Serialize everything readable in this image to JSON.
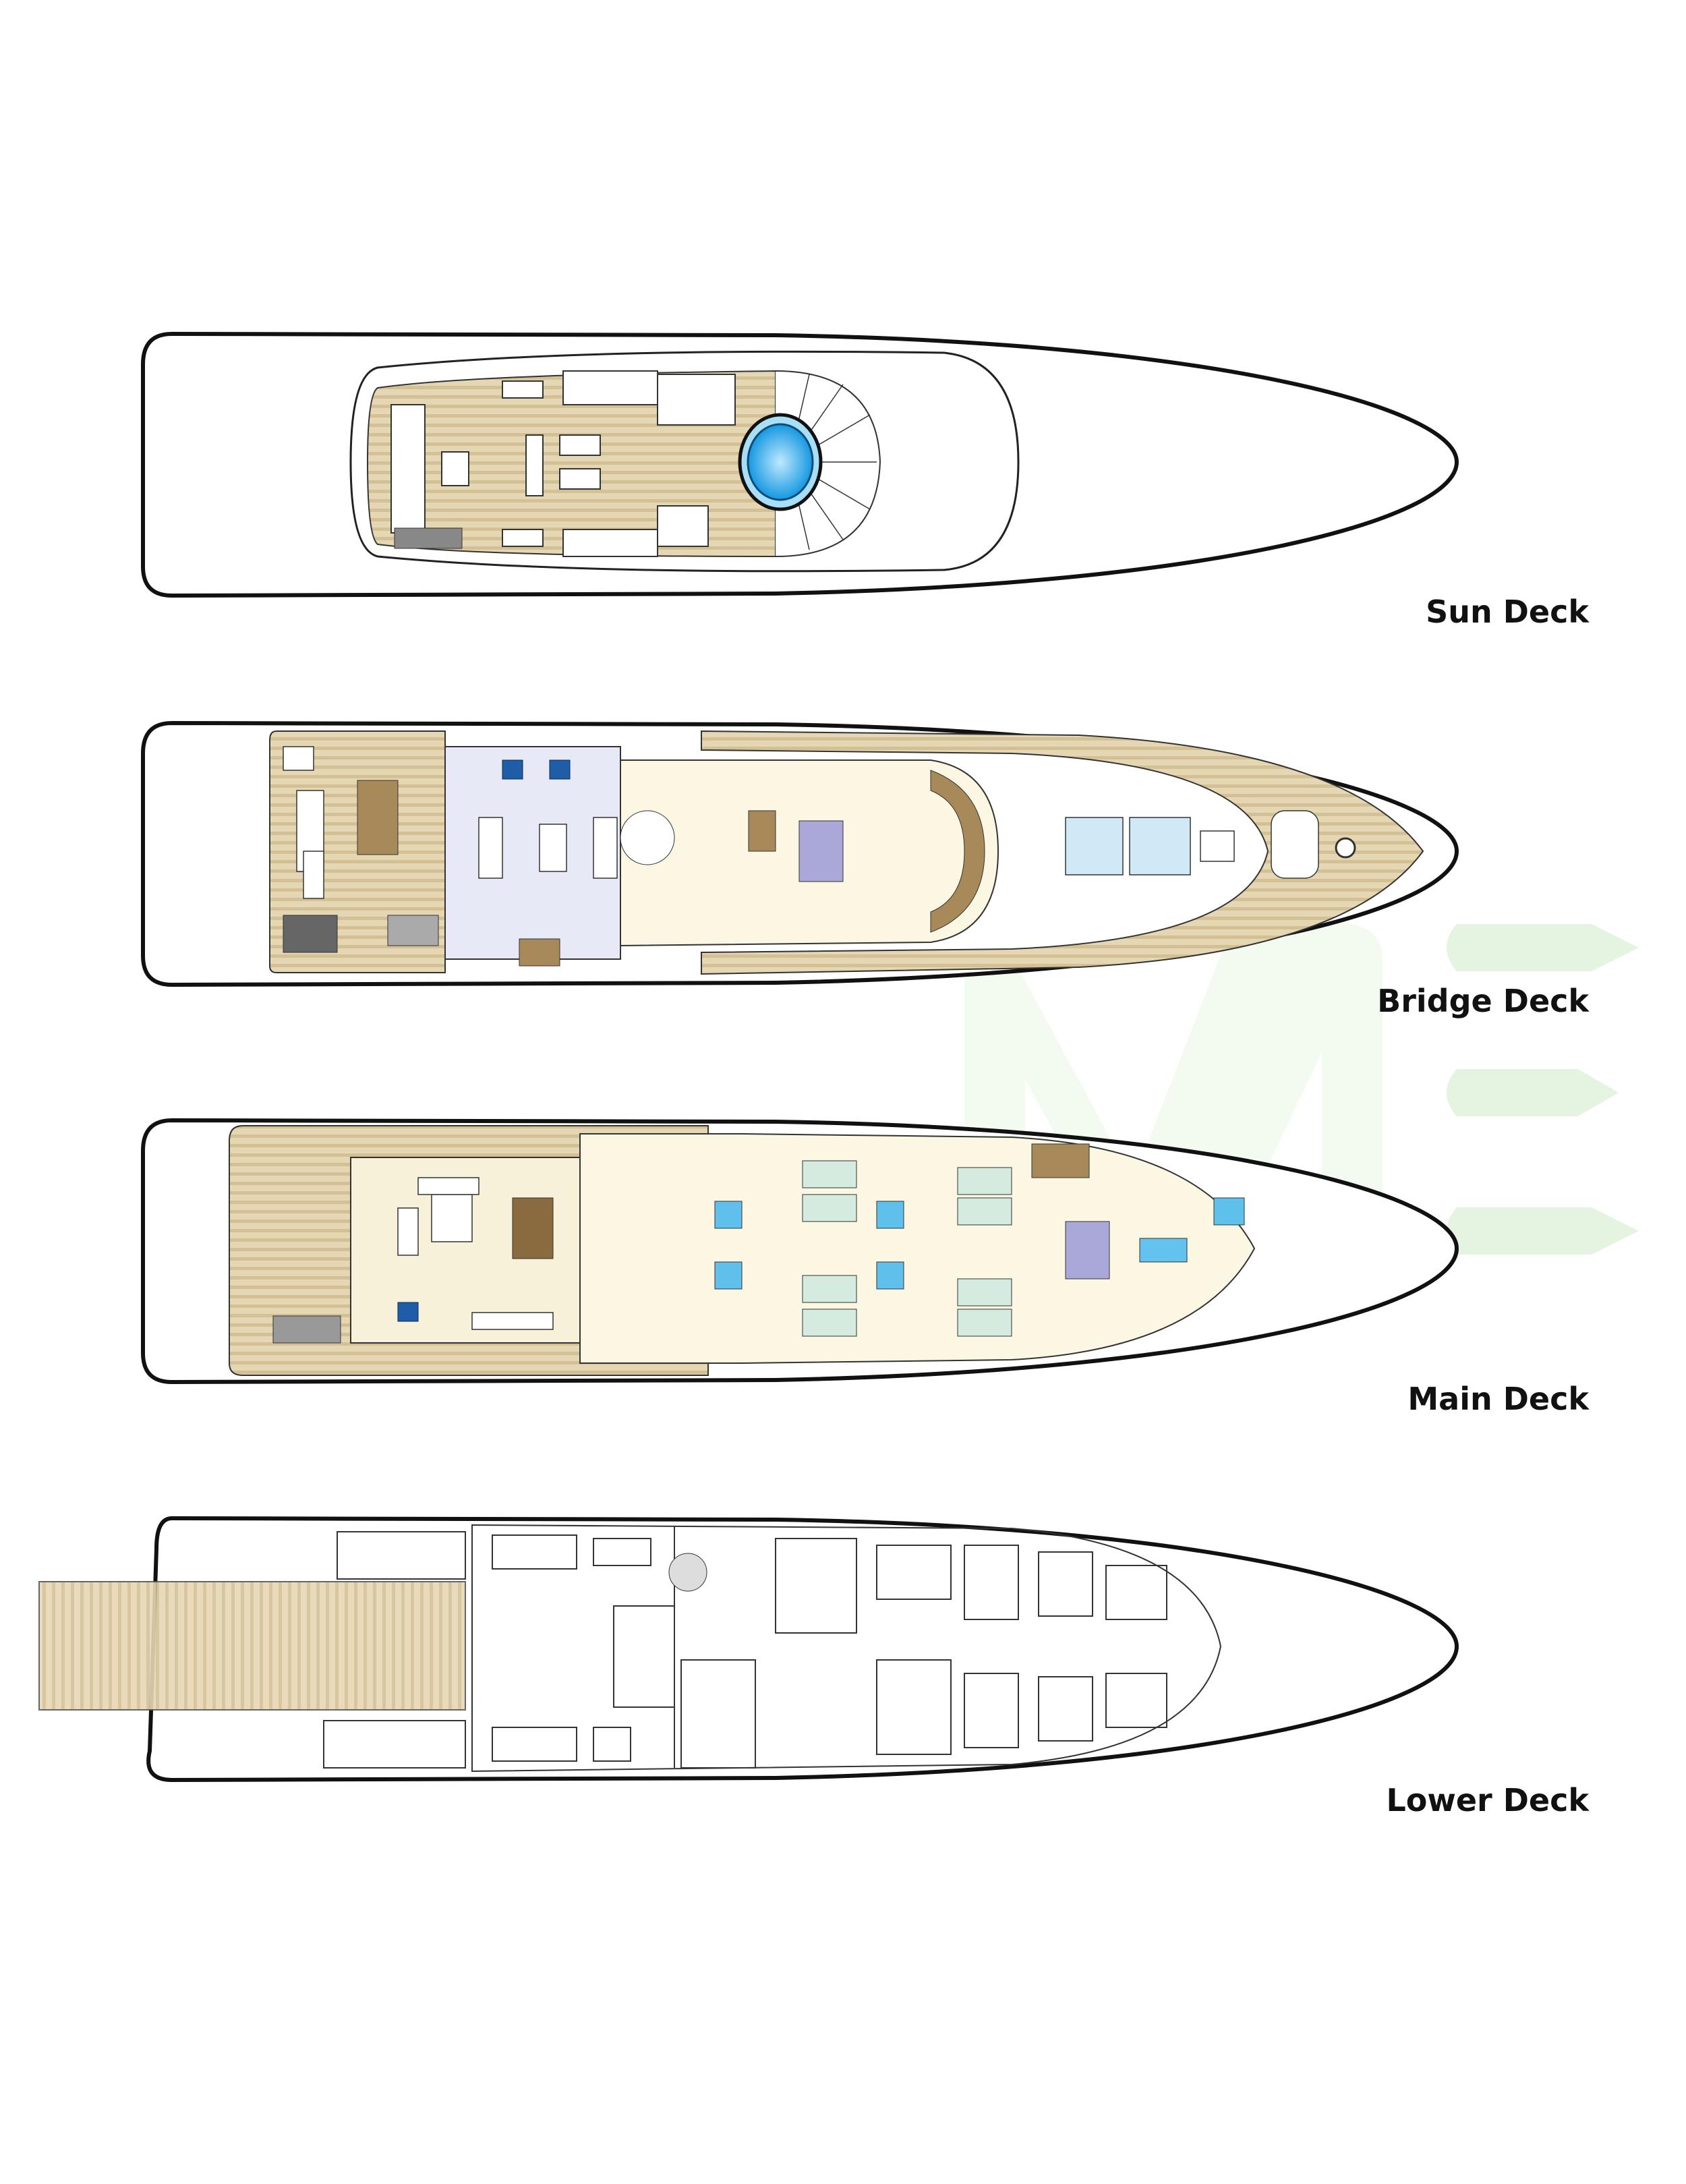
{
  "decks": [
    {
      "label": "Sun Deck"
    },
    {
      "label": "Bridge Deck"
    },
    {
      "label": "Main Deck"
    },
    {
      "label": "Lower Deck"
    }
  ],
  "watermark": {
    "text": "ME",
    "color": "#d9f2d6"
  },
  "colors": {
    "teak": "#e3d3ae",
    "teak_stripe": "#d2be92",
    "pool": "#2aa6e8",
    "interior_cream": "#fbf7e2",
    "interior_lavender": "#e6e8f6",
    "furniture_brown": "#a88a5a",
    "bed_green": "#d5ebe0",
    "bed_purple": "#a9a8d8",
    "glass_blue": "#cfe9f7"
  }
}
